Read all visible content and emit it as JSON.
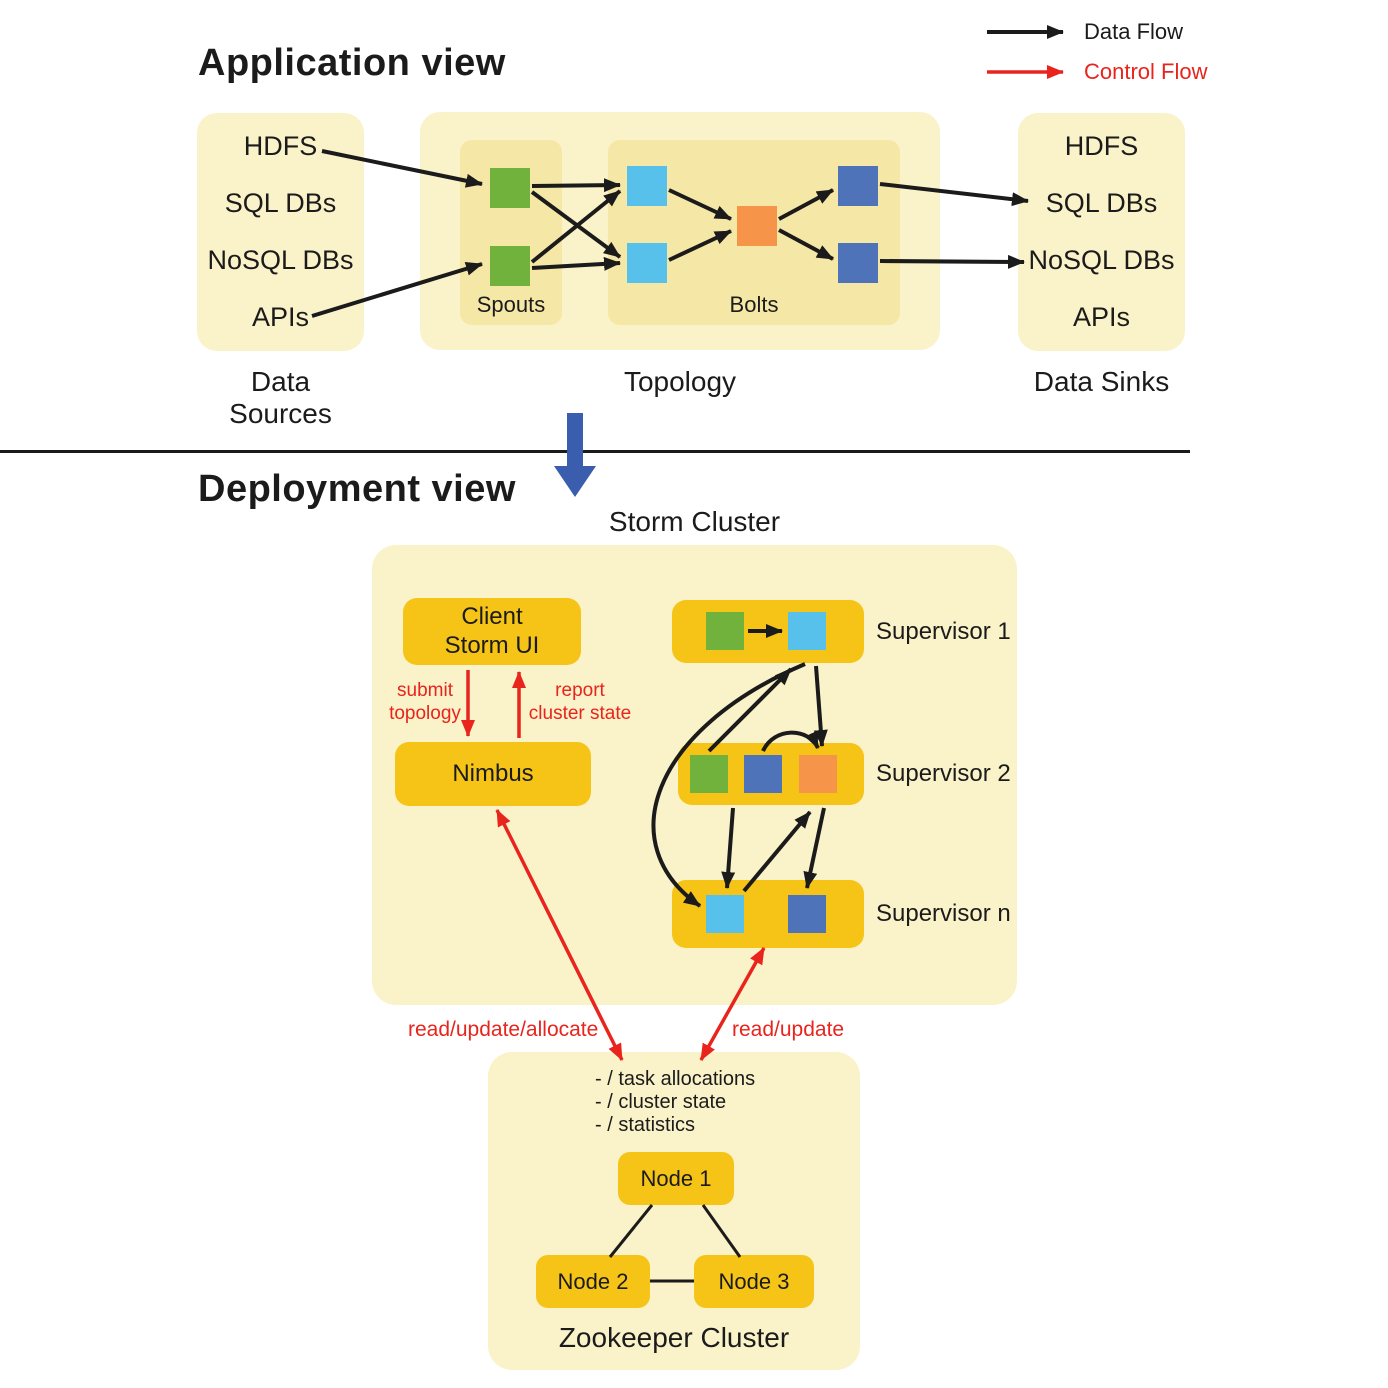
{
  "legend": {
    "data_flow_label": "Data Flow",
    "control_flow_label": "Control Flow"
  },
  "application_view": {
    "title": "Application view",
    "data_sources": {
      "label": "Data Sources",
      "items": [
        "HDFS",
        "SQL DBs",
        "NoSQL DBs",
        "APIs"
      ]
    },
    "topology": {
      "label": "Topology",
      "spouts_label": "Spouts",
      "bolts_label": "Bolts"
    },
    "data_sinks": {
      "label": "Data Sinks",
      "items": [
        "HDFS",
        "SQL DBs",
        "NoSQL DBs",
        "APIs"
      ]
    }
  },
  "deployment_view": {
    "title": "Deployment view",
    "storm_cluster": {
      "label": "Storm Cluster",
      "client_line1": "Client",
      "client_line2": "Storm UI",
      "nimbus_label": "Nimbus",
      "submit_topology_label": "submit topology",
      "report_cluster_state_label": "report cluster state",
      "supervisors": [
        "Supervisor 1",
        "Supervisor 2",
        "Supervisor n"
      ],
      "read_update_allocate_label": "read/update/allocate",
      "read_update_label": "read/update"
    },
    "zookeeper_cluster": {
      "label": "Zookeeper Cluster",
      "notes": [
        "- / task allocations",
        "- / cluster state",
        "- / statistics"
      ],
      "nodes": [
        "Node 1",
        "Node 2",
        "Node 3"
      ]
    }
  },
  "colors": {
    "yellow-bg": "#FAF2C8",
    "yellow-inner": "#F5E7A6",
    "gold": "#F5C417",
    "green": "#71B23C",
    "lightblue": "#57C1EB",
    "orange": "#F6954A",
    "darkblue": "#4E73B8",
    "red": "#E8241D",
    "blue-arrow": "#3A5DAE",
    "ink": "#1B1B1B"
  }
}
